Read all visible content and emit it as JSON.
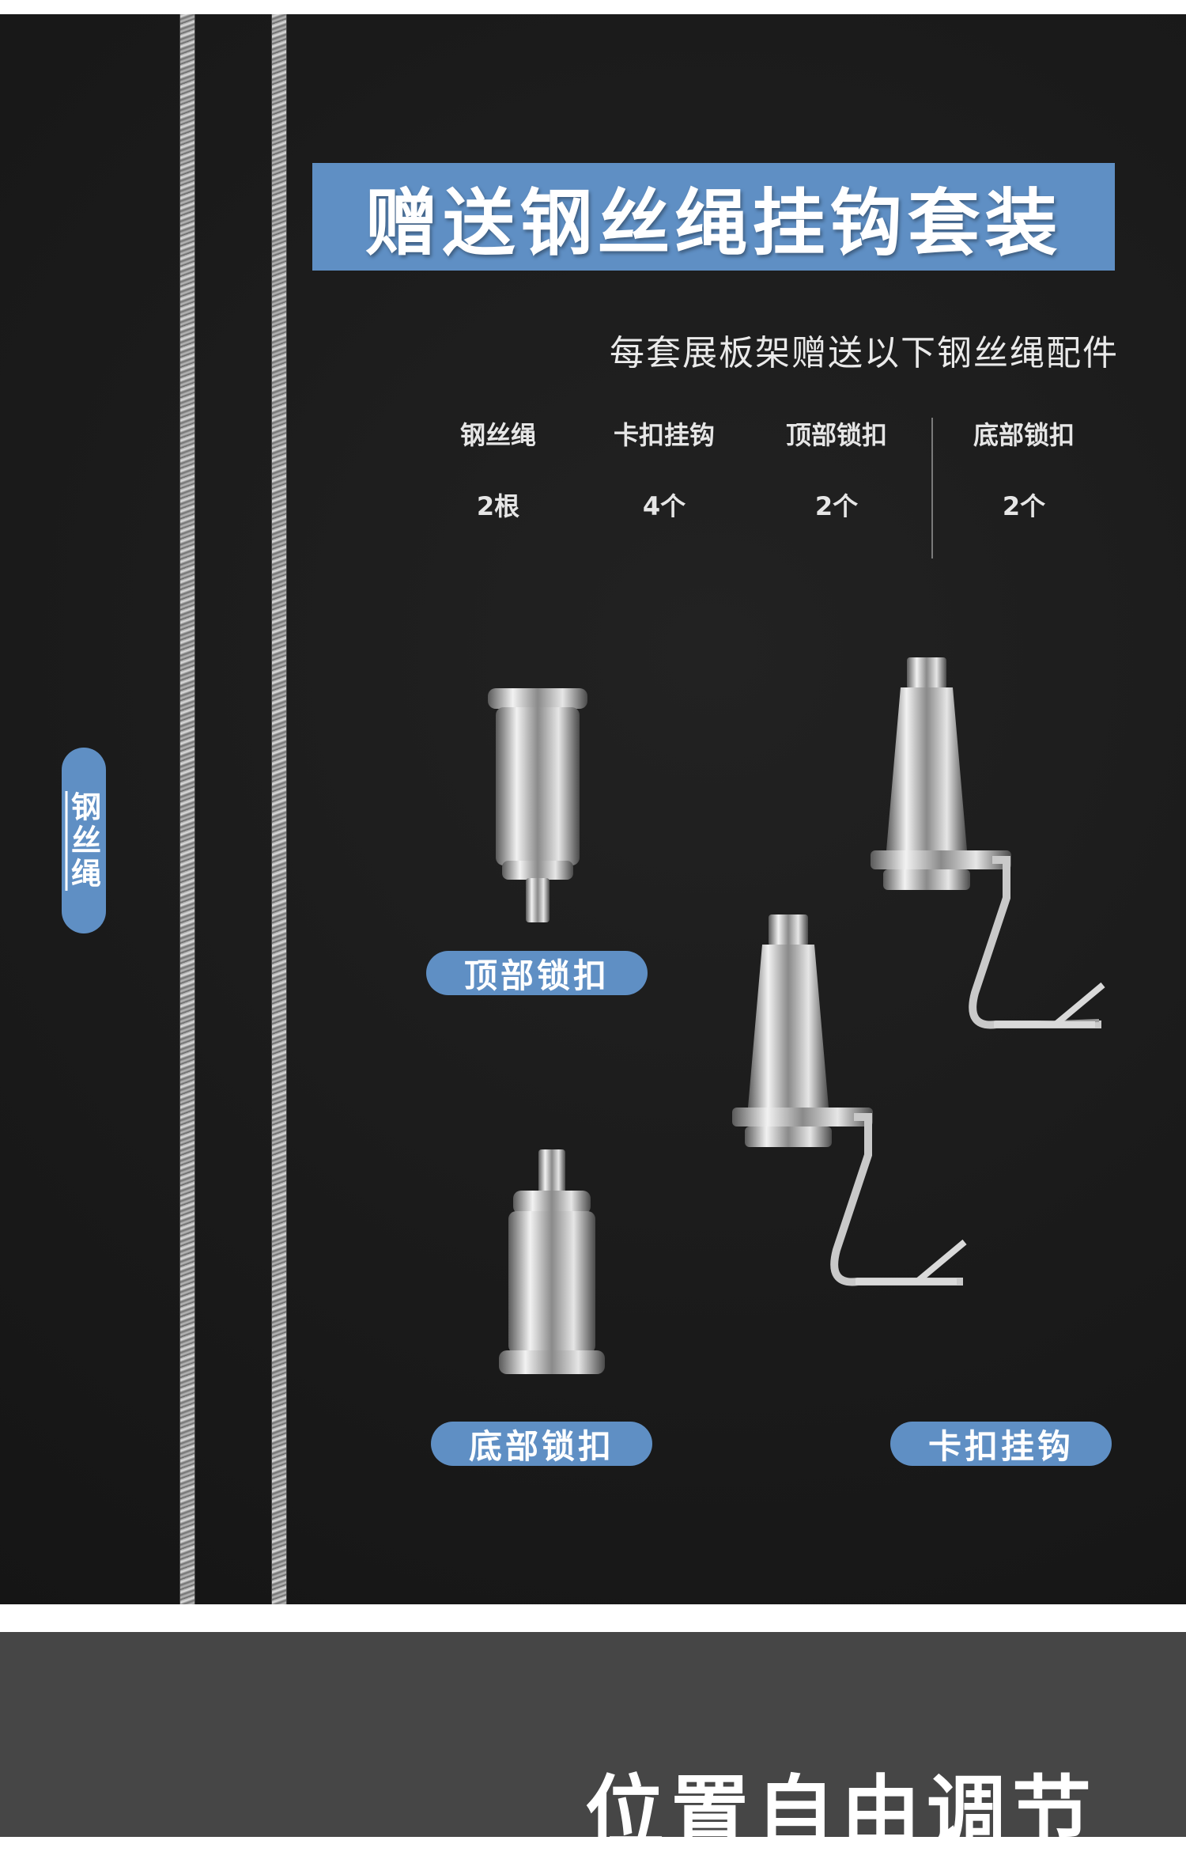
{
  "header": {
    "title": "赠送钢丝绳挂钩套装",
    "subtitle": "每套展板架赠送以下钢丝绳配件"
  },
  "specs": [
    {
      "name": "钢丝绳",
      "qty": "2根"
    },
    {
      "name": "卡扣挂钩",
      "qty": "4个"
    },
    {
      "name": "顶部锁扣",
      "qty": "2个"
    },
    {
      "name": "底部锁扣",
      "qty": "2个"
    }
  ],
  "side_label": "钢丝绳",
  "labels": {
    "top_lock": "顶部锁扣",
    "bottom_lock": "底部锁扣",
    "hook": "卡扣挂钩"
  },
  "footer": {
    "title": "位置自由调节"
  },
  "colors": {
    "accent": "#5f8fc4",
    "panel_bg": "#1b1b1b",
    "footer_bg": "#464646"
  }
}
